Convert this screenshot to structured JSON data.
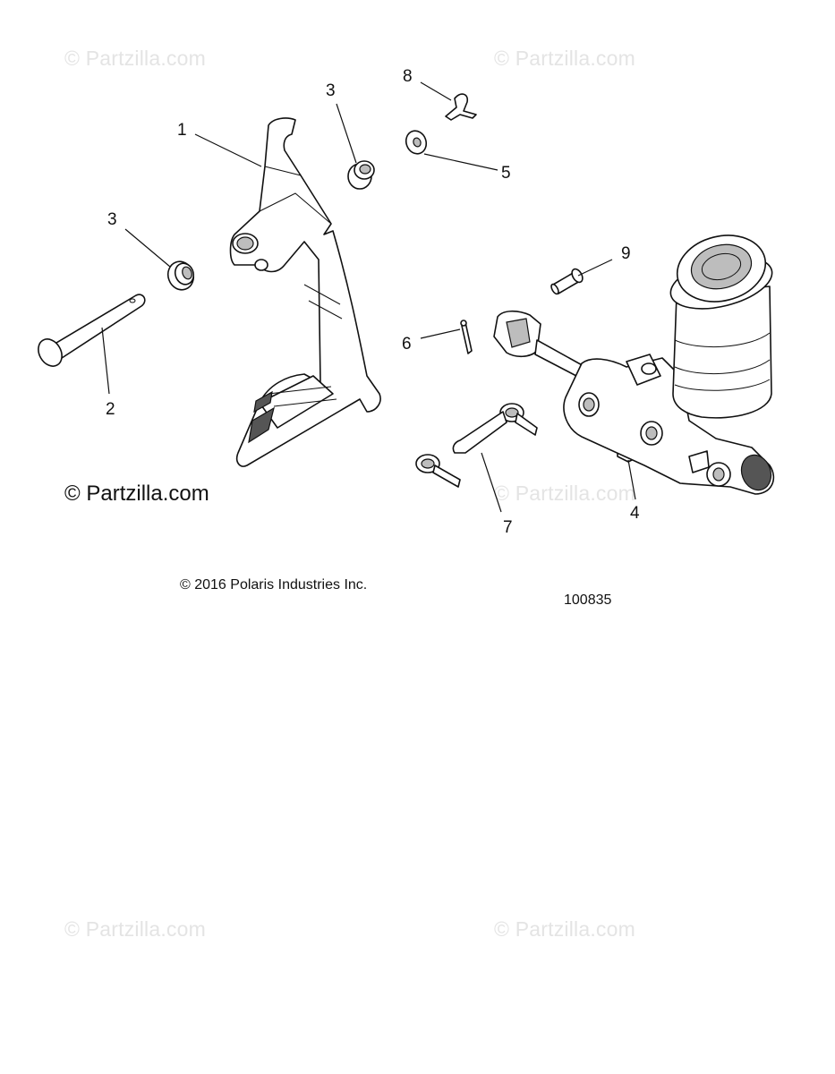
{
  "watermark": "© Partzilla.com",
  "brand_label": "© Partzilla.com",
  "copyright": "© 2016 Polaris Industries Inc.",
  "figure_id": "100835",
  "callouts": {
    "c1": "1",
    "c2": "2",
    "c3a": "3",
    "c3b": "3",
    "c4": "4",
    "c5": "5",
    "c6": "6",
    "c7": "7",
    "c8": "8",
    "c9": "9"
  }
}
